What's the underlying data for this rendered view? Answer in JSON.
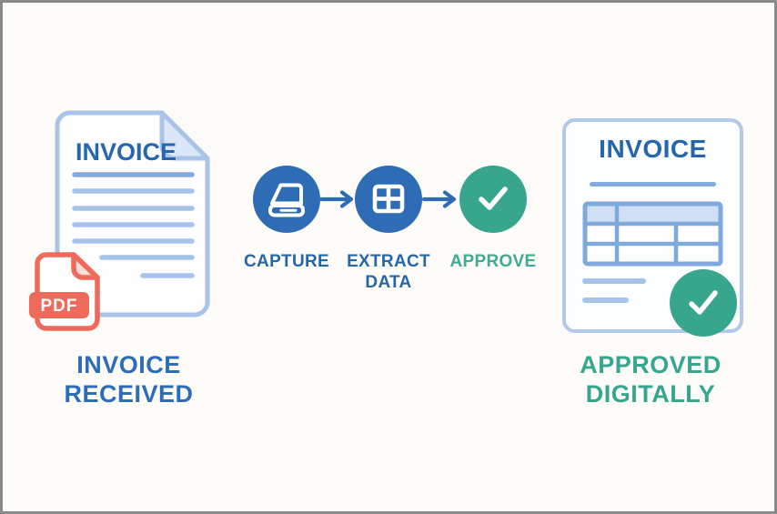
{
  "left_document": {
    "title": "INVOICE",
    "pdf_badge_label": "PDF",
    "caption_line1": "INVOICE",
    "caption_line2": "RECEIVED"
  },
  "workflow": {
    "steps": [
      {
        "label": "CAPTURE",
        "icon": "scanner-icon"
      },
      {
        "label": "EXTRACT DATA",
        "icon": "table-grid-icon"
      },
      {
        "label": "APPROVE",
        "icon": "checkmark-icon"
      }
    ]
  },
  "right_document": {
    "title": "INVOICE",
    "caption_line1": "APPROVED",
    "caption_line2": "DIGITALLY"
  },
  "colors": {
    "background": "#fdfcf9",
    "frame": "#8a8a8a",
    "primary_blue": "#2e6cb5",
    "title_blue": "#2666af",
    "caption_blue": "#2d6db7",
    "accent_green": "#38a68c",
    "caption_green": "#35a78c",
    "doc_border_blue": "#a9c4e8",
    "doc_fold_blue": "#dbe7f8",
    "doc_line_blue": "#a6c4ea",
    "doc_line_dark_blue": "#84abdf",
    "table_border_blue": "#7fa9dd",
    "table_header_fill": "#cfe0f5",
    "pdf_coral": "#ee6a5b",
    "pdf_fold_pink": "#fcdcd6"
  }
}
